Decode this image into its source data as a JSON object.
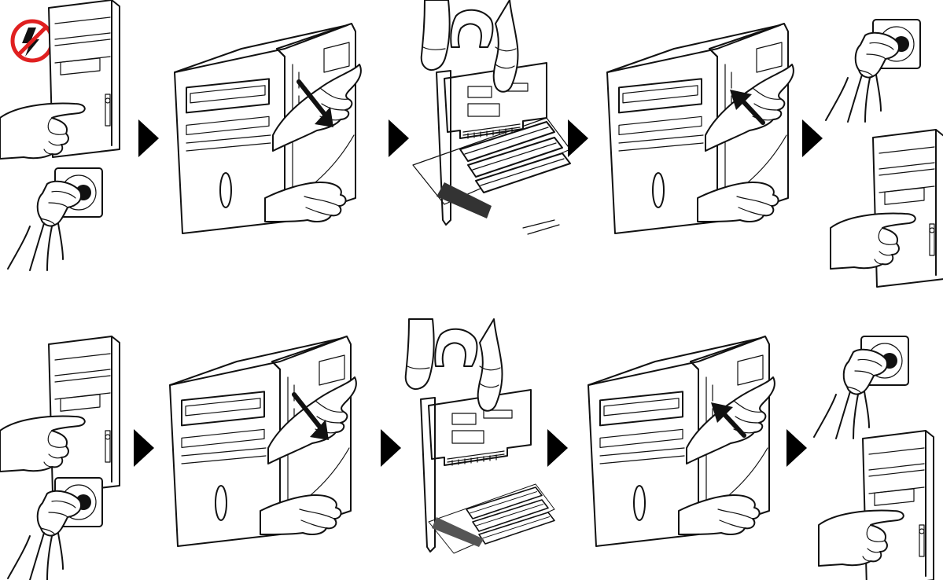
{
  "diagram": {
    "rows": [
      {
        "id": "pci-card-installation",
        "steps": [
          {
            "id": "power-off",
            "icons": [
              "no-power-icon",
              "power-button-icon",
              "unplug-socket-icon"
            ]
          },
          {
            "id": "open-case",
            "icons": [
              "pc-tower-open-icon",
              "insert-direction-arrow-icon"
            ]
          },
          {
            "id": "insert-card",
            "icons": [
              "pci-card-icon",
              "pci-slot-icon"
            ]
          },
          {
            "id": "close-case",
            "icons": [
              "pc-tower-close-icon",
              "remove-direction-arrow-icon"
            ]
          },
          {
            "id": "power-on",
            "icons": [
              "plug-socket-icon",
              "power-button-icon"
            ]
          }
        ]
      },
      {
        "id": "pcie-card-installation",
        "steps": [
          {
            "id": "power-off",
            "icons": [
              "power-button-icon",
              "unplug-socket-icon"
            ]
          },
          {
            "id": "open-case",
            "icons": [
              "pc-tower-open-icon",
              "insert-direction-arrow-icon"
            ]
          },
          {
            "id": "insert-card",
            "icons": [
              "pcie-card-icon",
              "pcie-slot-icon"
            ]
          },
          {
            "id": "close-case",
            "icons": [
              "pc-tower-close-icon",
              "remove-direction-arrow-icon"
            ]
          },
          {
            "id": "power-on",
            "icons": [
              "plug-socket-icon",
              "power-button-icon"
            ]
          }
        ]
      }
    ],
    "colors": {
      "line": "#111111",
      "background": "#ffffff",
      "warning_red": "#e02020",
      "step_arrow": "#000000"
    }
  }
}
